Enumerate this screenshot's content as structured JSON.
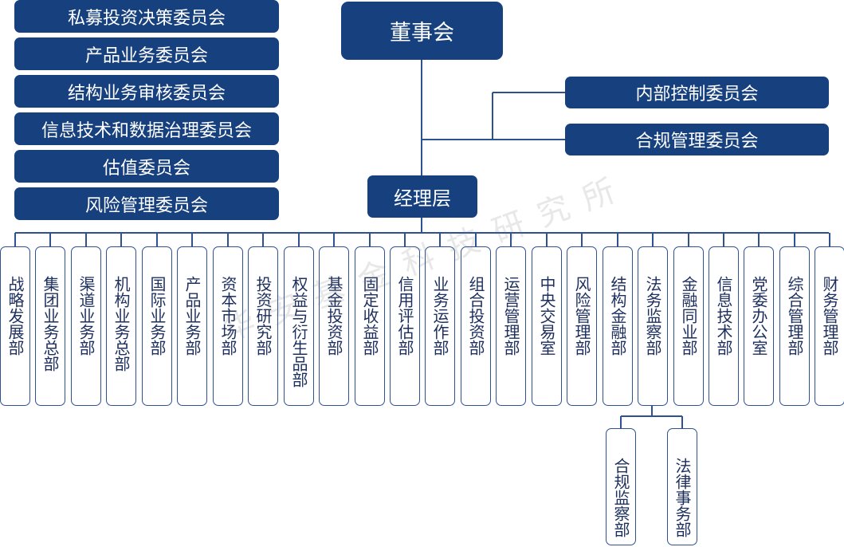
{
  "board": "董事会",
  "management": "经理层",
  "left_committees": [
    "私募投资决策委员会",
    "产品业务委员会",
    "结构业务审核委员会",
    "信息技术和数据治理委员会",
    "估值委员会",
    "风险管理委员会"
  ],
  "right_committees": [
    "内部控制委员会",
    "合规管理委员会"
  ],
  "departments": [
    "战略发展部",
    "集团业务总部",
    "渠道业务部",
    "机构业务总部",
    "国际业务部",
    "产品业务部",
    "资本市场部",
    "投资研究部",
    "权益与衍生品部",
    "基金投资部",
    "固定收益部",
    "信用评估部",
    "业务运作部",
    "组合投资部",
    "运营管理部",
    "中央交易室",
    "风险管理部",
    "结构金融部",
    "法务监察部",
    "金融同业部",
    "信息技术部",
    "党委办公室",
    "综合管理部",
    "财务管理部"
  ],
  "sub_departments": [
    "合规监察部",
    "法律事务部"
  ],
  "watermark": "华安基金科技研究所",
  "colors": {
    "box_fill": "#17407f",
    "line": "#2e5192",
    "dept_text": "#1c2f5e"
  }
}
